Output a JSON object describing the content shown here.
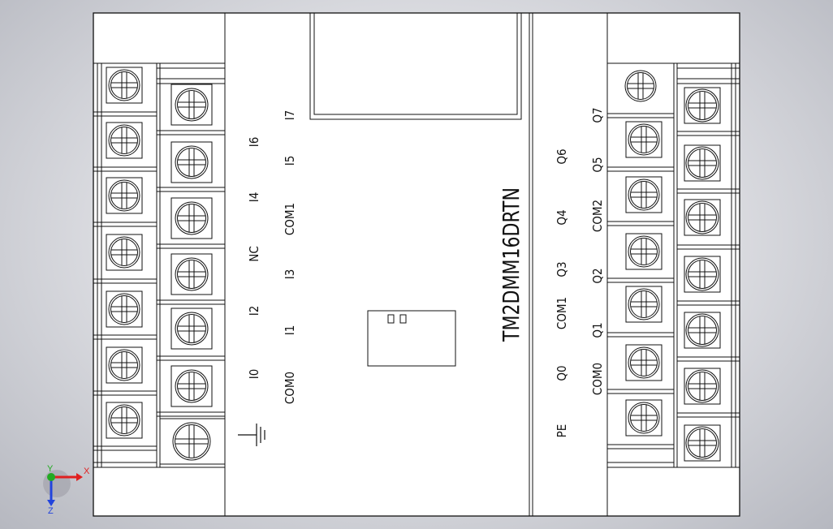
{
  "device": {
    "model": "TM2DMM16DRTN",
    "input_labels_inner": [
      "I0",
      "I2",
      "NC",
      "I4",
      "I6"
    ],
    "input_labels_outer": [
      "COM0",
      "I1",
      "I3",
      "COM1",
      "I5",
      "I7"
    ],
    "output_labels_inner": [
      "PE",
      "Q0",
      "COM1",
      "Q3",
      "Q4",
      "Q6"
    ],
    "output_labels_outer": [
      "COM0",
      "Q1",
      "Q2",
      "COM2",
      "Q5",
      "Q7"
    ]
  },
  "triad": {
    "x_label": "X",
    "y_label": "Y",
    "z_label": "Z"
  },
  "colors": {
    "line": "#111111",
    "paper": "#ffffff",
    "x_axis": "#e02020",
    "y_axis": "#22aa22",
    "z_axis": "#2244dd"
  }
}
